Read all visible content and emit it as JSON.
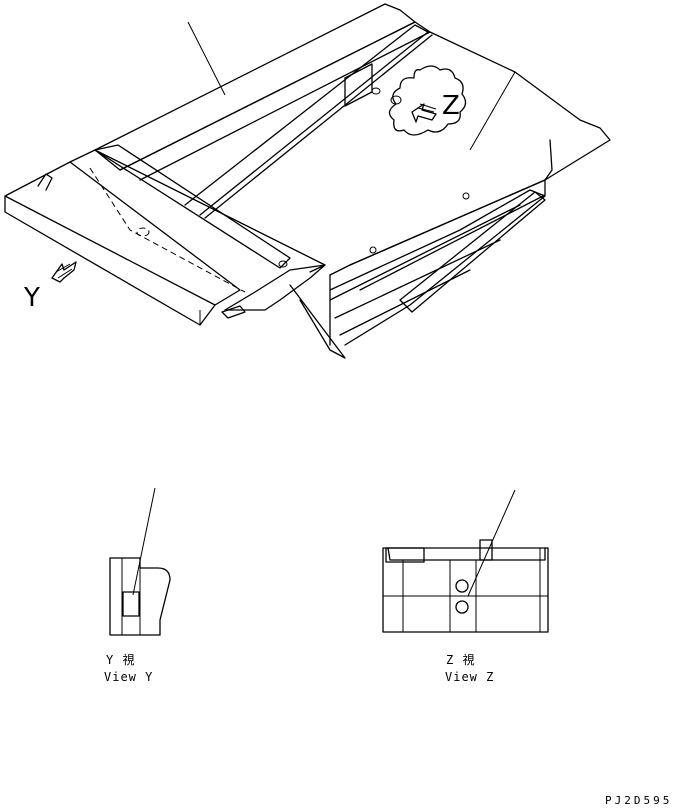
{
  "callouts": {
    "arrow_y": "Y",
    "arrow_z": "Z"
  },
  "views": {
    "y": {
      "caption_jp": "Y 視",
      "caption_en": "View Y"
    },
    "z": {
      "caption_jp": "Z 視",
      "caption_en": "View Z"
    }
  },
  "drawing_code": "PJ2D595"
}
